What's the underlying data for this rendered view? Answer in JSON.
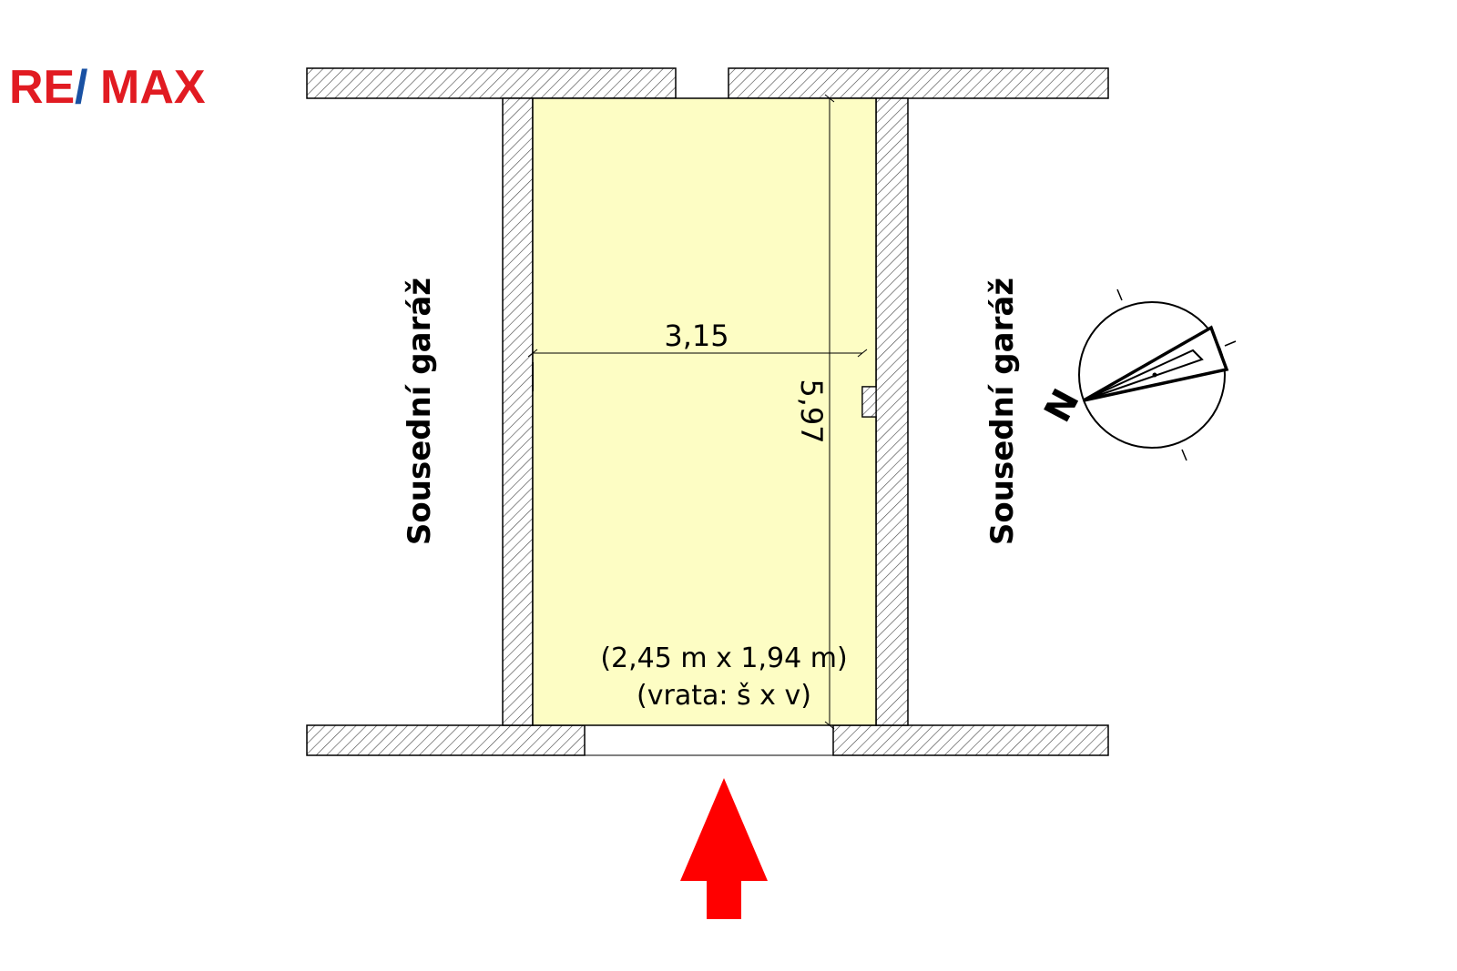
{
  "logo": {
    "left_part": "RE",
    "slash": "/",
    "right_part": "MAX",
    "red": "#E11B22",
    "blue": "#1951A3"
  },
  "plan": {
    "width_dimension": "3,15",
    "length_dimension": "5,97",
    "door_size": "(2,45 m x 1,94 m)",
    "door_caption": "(vrata: š x v)",
    "left_neighbor": "Sousední garáž",
    "right_neighbor": "Sousední garáž",
    "compass_letter": "N",
    "room_fill": "#FDFDC4",
    "wall_hatch": "#444444",
    "entrance_arrow": "#FF0000"
  }
}
